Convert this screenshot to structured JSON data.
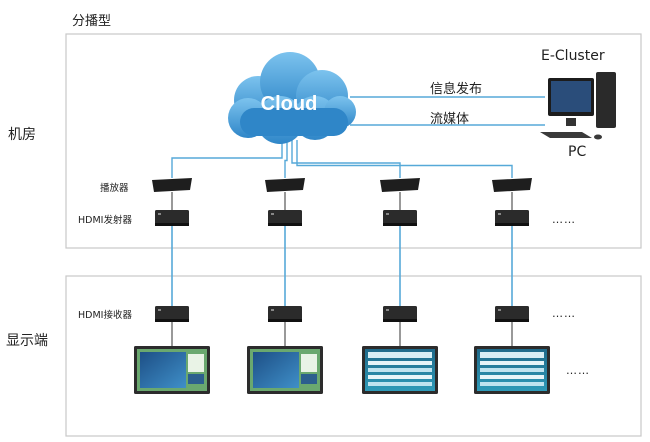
{
  "title": "分播型",
  "zones": {
    "machine_room": "机房",
    "display_end": "显示端"
  },
  "cloud": {
    "label": "Cloud"
  },
  "server": {
    "name": "E-Cluster",
    "pc_label": "PC"
  },
  "links": {
    "info_publish": "信息发布",
    "media_stream": "流媒体"
  },
  "rows": {
    "player": "播放器",
    "hdmi_transmitter": "HDMI发射器",
    "hdmi_receiver": "HDMI接收器"
  },
  "ellipsis": "……",
  "columns": 4,
  "colors": {
    "line": "#56a9d8",
    "cloud": "#4aa3df",
    "cloud_dark": "#2f86c8",
    "frame": "#c8c8c8",
    "device": "#2b2b2b"
  }
}
